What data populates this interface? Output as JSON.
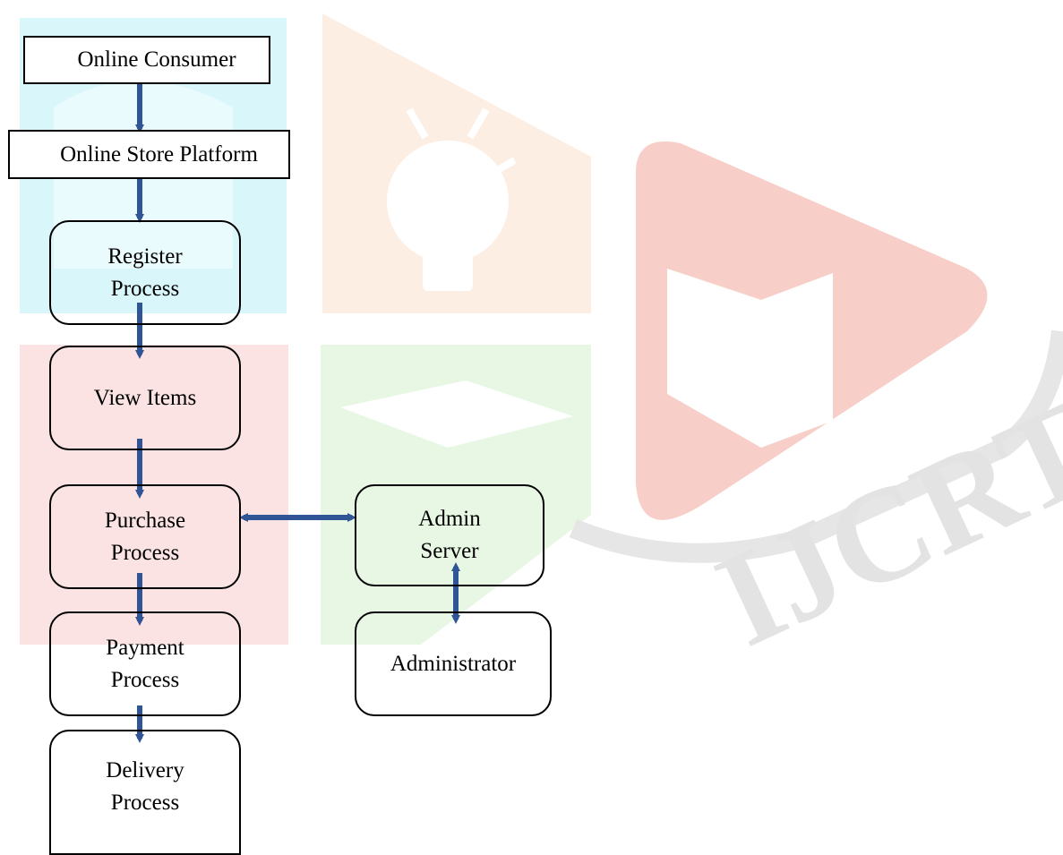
{
  "diagram": {
    "nodes": {
      "online_consumer": "Online Consumer",
      "online_store_platform": "Online Store Platform",
      "register_process": "Register\nProcess",
      "view_items": "View Items",
      "purchase_process": "Purchase\nProcess",
      "payment_process": "Payment\nProcess",
      "delivery_process": "Delivery\nProcess",
      "admin_server": "Admin\nServer",
      "administrator": "Administrator"
    },
    "edges": [
      {
        "from": "online_consumer",
        "to": "online_store_platform",
        "direction": "forward"
      },
      {
        "from": "online_store_platform",
        "to": "register_process",
        "direction": "forward"
      },
      {
        "from": "register_process",
        "to": "view_items",
        "direction": "forward"
      },
      {
        "from": "view_items",
        "to": "purchase_process",
        "direction": "forward"
      },
      {
        "from": "purchase_process",
        "to": "payment_process",
        "direction": "forward"
      },
      {
        "from": "payment_process",
        "to": "delivery_process",
        "direction": "forward"
      },
      {
        "from": "purchase_process",
        "to": "admin_server",
        "direction": "both"
      },
      {
        "from": "admin_server",
        "to": "administrator",
        "direction": "both"
      }
    ],
    "colors": {
      "arrow": "#2f5597",
      "arrow_outline": "#1f3864",
      "node_border": "#000000"
    }
  },
  "watermark": {
    "text": "IJCRT",
    "colors": {
      "cyan_tile": "#d9f6fb",
      "orange_tile": "#fdeee3",
      "red_tile": "#fbe3e3",
      "green_tile": "#e8f7e4",
      "play_shape": "#f8cfc8",
      "letters": "#e3e3e3"
    }
  }
}
